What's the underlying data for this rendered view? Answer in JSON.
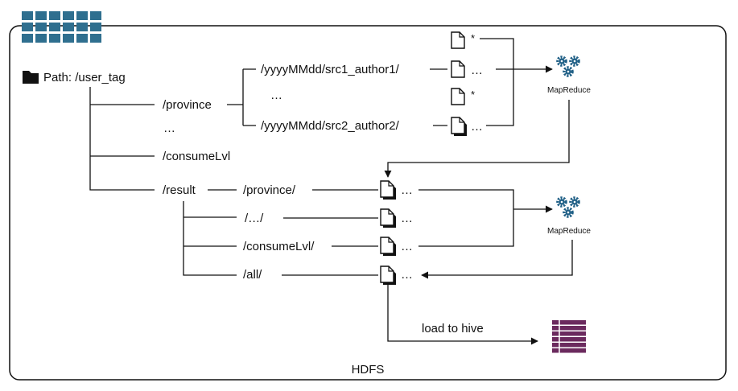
{
  "container_label": "HDFS",
  "root_path": "Path: /user_tag",
  "tree": {
    "province": "/province",
    "ellipsis": "…",
    "consume_lvl": "/consumeLvl",
    "result": "/result"
  },
  "source_dirs": {
    "src1": "/yyyyMMdd/src1_author1/",
    "middle_ellipsis": "…",
    "src2": "/yyyyMMdd/src2_author2/"
  },
  "source_files": {
    "file1_mark": "*",
    "file2_mark": "…",
    "file3_mark": "*",
    "file4_mark": "…"
  },
  "result_dirs": {
    "province": "/province/",
    "other": "/…/",
    "consume_lvl": "/consumeLvl/",
    "all": "/all/"
  },
  "result_files": {
    "province_mark": "…",
    "other_mark": "…",
    "consume_lvl_mark": "…",
    "all_mark": "…"
  },
  "mapreduce_1": "MapReduce",
  "mapreduce_2": "MapReduce",
  "load_label": "load to hive",
  "colors": {
    "logo": "#2f6f8f",
    "gear": "#1f5f86",
    "hive": "#6b2a5e"
  }
}
